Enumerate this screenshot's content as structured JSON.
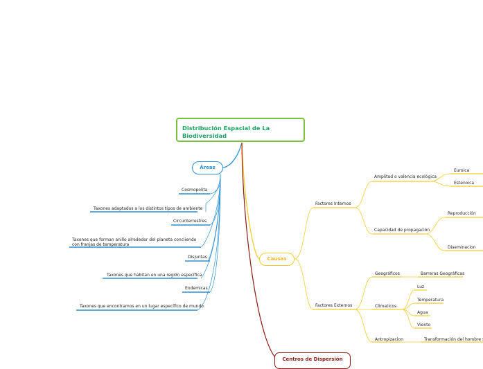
{
  "root": {
    "title": "Distribución Espacial de La Biodiversidad"
  },
  "colors": {
    "root": "#7ac142",
    "root_text": "#1ea262",
    "areas": "#2b8ed3",
    "causas": "#f2cd2f",
    "centros": "#8a1a12"
  },
  "areas": {
    "label": "Áreas",
    "items": [
      {
        "term": "Cosmopolita",
        "desc": "Taxones adaptados a los distintos tipos de ambiente"
      },
      {
        "term": "Circunterrestres",
        "desc": "Taxones que forman anillo alrededor del planeta conciiendo con franjas de temperatura"
      },
      {
        "term": "Disjuntas",
        "desc": "Taxones que habitan en una región específica"
      },
      {
        "term": "Endemicas",
        "desc": "Taxones que encontramos en un lugar específico de mundo"
      }
    ]
  },
  "causas": {
    "label": "Causas",
    "internos": {
      "label": "Factores Internos",
      "amplitud": {
        "label": "Amplitud o valencia ecológica",
        "children": [
          "Euroica",
          "Estenoica"
        ]
      },
      "capacidad": {
        "label": "Capacidad de propagación",
        "children": [
          "Reproducción",
          "Diseminacion"
        ]
      }
    },
    "externos": {
      "label": "Factores Externos",
      "geograficos": {
        "label": "Geográficos",
        "child": "Barreras Geográficas"
      },
      "climaticos": {
        "label": "Climaticos",
        "children": [
          "Luz",
          "Temperatura",
          "Agua",
          "Viento"
        ]
      },
      "antropizacion": {
        "label": "Antropizacion",
        "child": "Transformación del hombre sob"
      }
    }
  },
  "centros": {
    "label": "Centros de Dispersión"
  }
}
